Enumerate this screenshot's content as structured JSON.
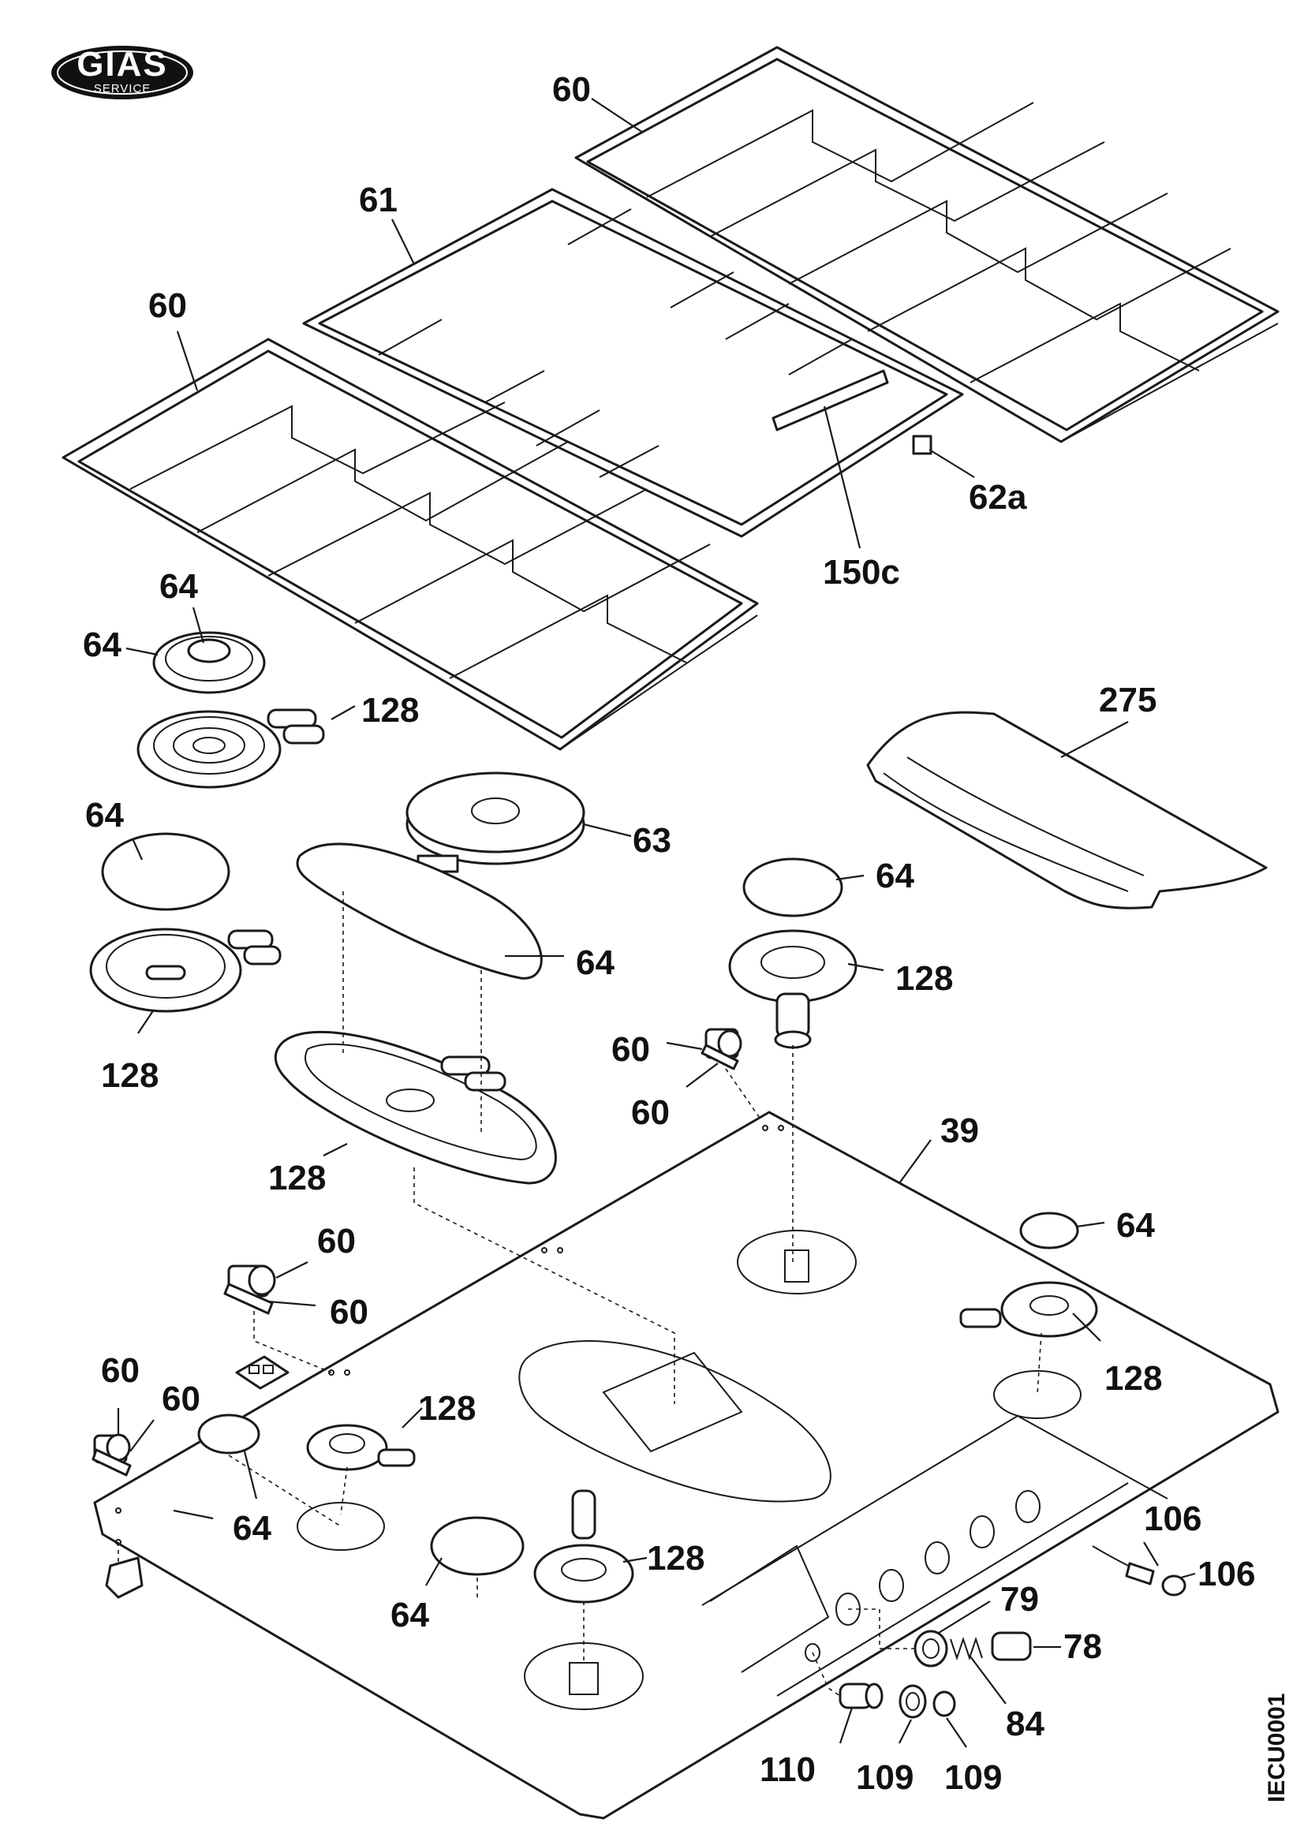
{
  "brand": {
    "name": "GIAS",
    "tagline": "SERVICE"
  },
  "drawing_code": "IECU0001",
  "callouts": [
    {
      "id": "c60a",
      "text": "60"
    },
    {
      "id": "c61",
      "text": "61"
    },
    {
      "id": "c60b",
      "text": "60"
    },
    {
      "id": "c62a",
      "text": "62a"
    },
    {
      "id": "c150c",
      "text": "150c"
    },
    {
      "id": "c64a",
      "text": "64"
    },
    {
      "id": "c64b",
      "text": "64"
    },
    {
      "id": "c128a",
      "text": "128"
    },
    {
      "id": "c275",
      "text": "275"
    },
    {
      "id": "c64c",
      "text": "64"
    },
    {
      "id": "c63",
      "text": "63"
    },
    {
      "id": "c64d",
      "text": "64"
    },
    {
      "id": "c64e",
      "text": "64"
    },
    {
      "id": "c128b",
      "text": "128"
    },
    {
      "id": "c128c",
      "text": "128"
    },
    {
      "id": "c60c",
      "text": "60"
    },
    {
      "id": "c60d",
      "text": "60"
    },
    {
      "id": "c39",
      "text": "39"
    },
    {
      "id": "c128d",
      "text": "128"
    },
    {
      "id": "c60e",
      "text": "60"
    },
    {
      "id": "c60f",
      "text": "60"
    },
    {
      "id": "c64f",
      "text": "64"
    },
    {
      "id": "c128e",
      "text": "128"
    },
    {
      "id": "c60g",
      "text": "60"
    },
    {
      "id": "c60h",
      "text": "60"
    },
    {
      "id": "c128f",
      "text": "128"
    },
    {
      "id": "c64g",
      "text": "64"
    },
    {
      "id": "c128g",
      "text": "128"
    },
    {
      "id": "c64h",
      "text": "64"
    },
    {
      "id": "c106a",
      "text": "106"
    },
    {
      "id": "c106b",
      "text": "106"
    },
    {
      "id": "c79",
      "text": "79"
    },
    {
      "id": "c78",
      "text": "78"
    },
    {
      "id": "c84",
      "text": "84"
    },
    {
      "id": "c110",
      "text": "110"
    },
    {
      "id": "c109a",
      "text": "109"
    },
    {
      "id": "c109b",
      "text": "109"
    }
  ]
}
